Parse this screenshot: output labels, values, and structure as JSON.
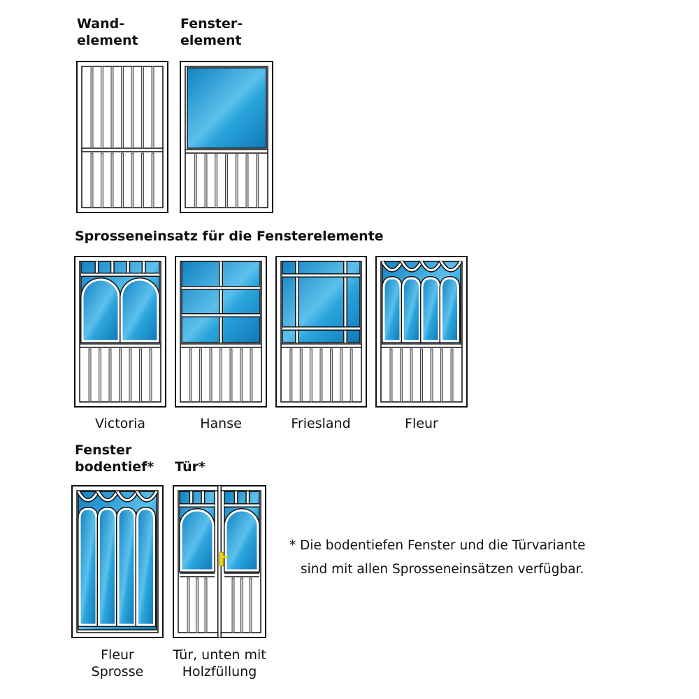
{
  "headings": {
    "wall_element": "Wand-\nelement",
    "window_element": "Fenster-\nelement",
    "bar_inserts": "Sprosseneinsatz für die Fensterelemente",
    "floor_window": "Fenster\nbodentief*",
    "door": "Tür*"
  },
  "variants": [
    "Victoria",
    "Hanse",
    "Friesland",
    "Fleur"
  ],
  "bottom_labels": {
    "floor_window": "Fleur\nSprosse",
    "door": "Tür, unten mit\nHolzfüllung"
  },
  "note": {
    "line1": "* Die bodentiefen Fenster und die Türvariante",
    "line2": "sind mit allen Sprosseneinsätzen verfügbar."
  },
  "colors": {
    "glass_dark": "#1282c2",
    "glass_light": "#6cc6ee",
    "frame": "#111111",
    "handle": "#e8d21a"
  }
}
